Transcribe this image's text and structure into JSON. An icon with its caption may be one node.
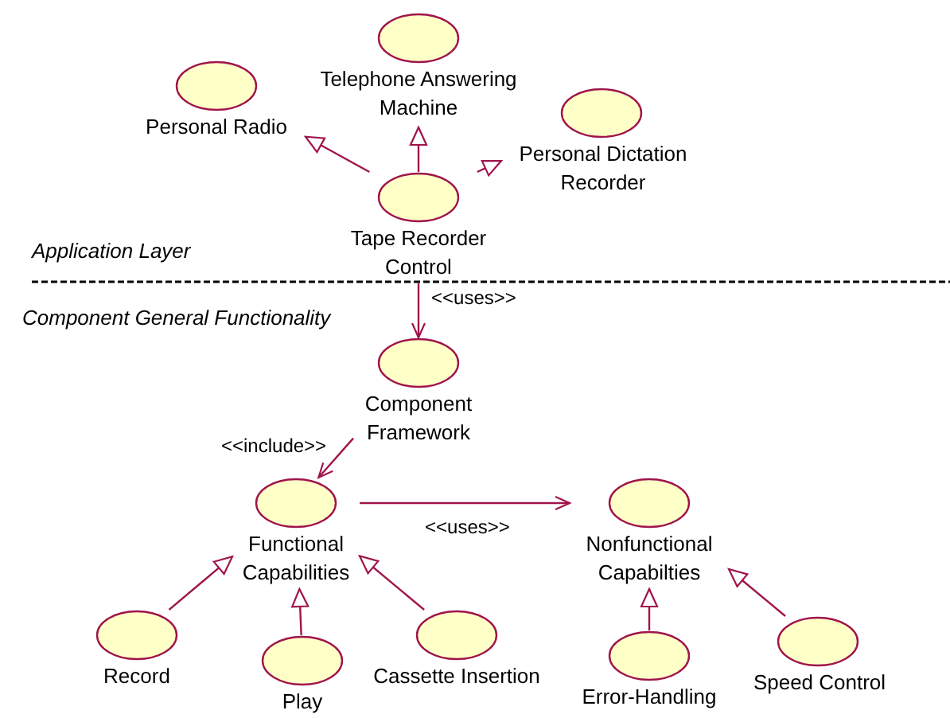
{
  "diagram": {
    "nodes": [
      {
        "text": [
          "Telephone Answering Machine"
        ]
      },
      {
        "text": [
          "Personal Radio"
        ]
      },
      {
        "text": [
          "Personal Dictation Recorder"
        ]
      },
      {
        "text": [
          "Tape Recorder Control"
        ]
      },
      {
        "text": [
          "Component Framework"
        ]
      },
      {
        "text": [
          "Functional Capabilities"
        ]
      },
      {
        "text": [
          "Nonfunctional Capabilties"
        ]
      },
      {
        "text": [
          "Record"
        ]
      },
      {
        "text": [
          "Play"
        ]
      },
      {
        "text": [
          "Cassette Insertion"
        ]
      },
      {
        "text": [
          "Error-Handling"
        ]
      },
      {
        "text": [
          "Speed Control"
        ]
      }
    ],
    "edges": [
      {
        "from": 3,
        "to": 0,
        "arrow": "to"
      },
      {
        "from": 3,
        "to": 1,
        "arrow": "to"
      },
      {
        "from": 3,
        "to": 2,
        "arrow": "to"
      },
      {
        "from": 3,
        "to": 4,
        "arrow": "to",
        "label": "<<uses>>"
      },
      {
        "from": 4,
        "to": 5,
        "arrow": "to",
        "label": "<<include>>"
      },
      {
        "from": 5,
        "to": 6,
        "arrow": "to",
        "label": "<<uses>>"
      },
      {
        "from": 7,
        "to": 5,
        "arrow": "to"
      },
      {
        "from": 8,
        "to": 5,
        "arrow": "to"
      },
      {
        "from": 9,
        "to": 5,
        "arrow": "to"
      },
      {
        "from": 10,
        "to": 6,
        "arrow": "to"
      },
      {
        "from": 11,
        "to": 6,
        "arrow": "to"
      }
    ],
    "labels": [
      "Application Layer",
      "Component General Functionality"
    ]
  }
}
